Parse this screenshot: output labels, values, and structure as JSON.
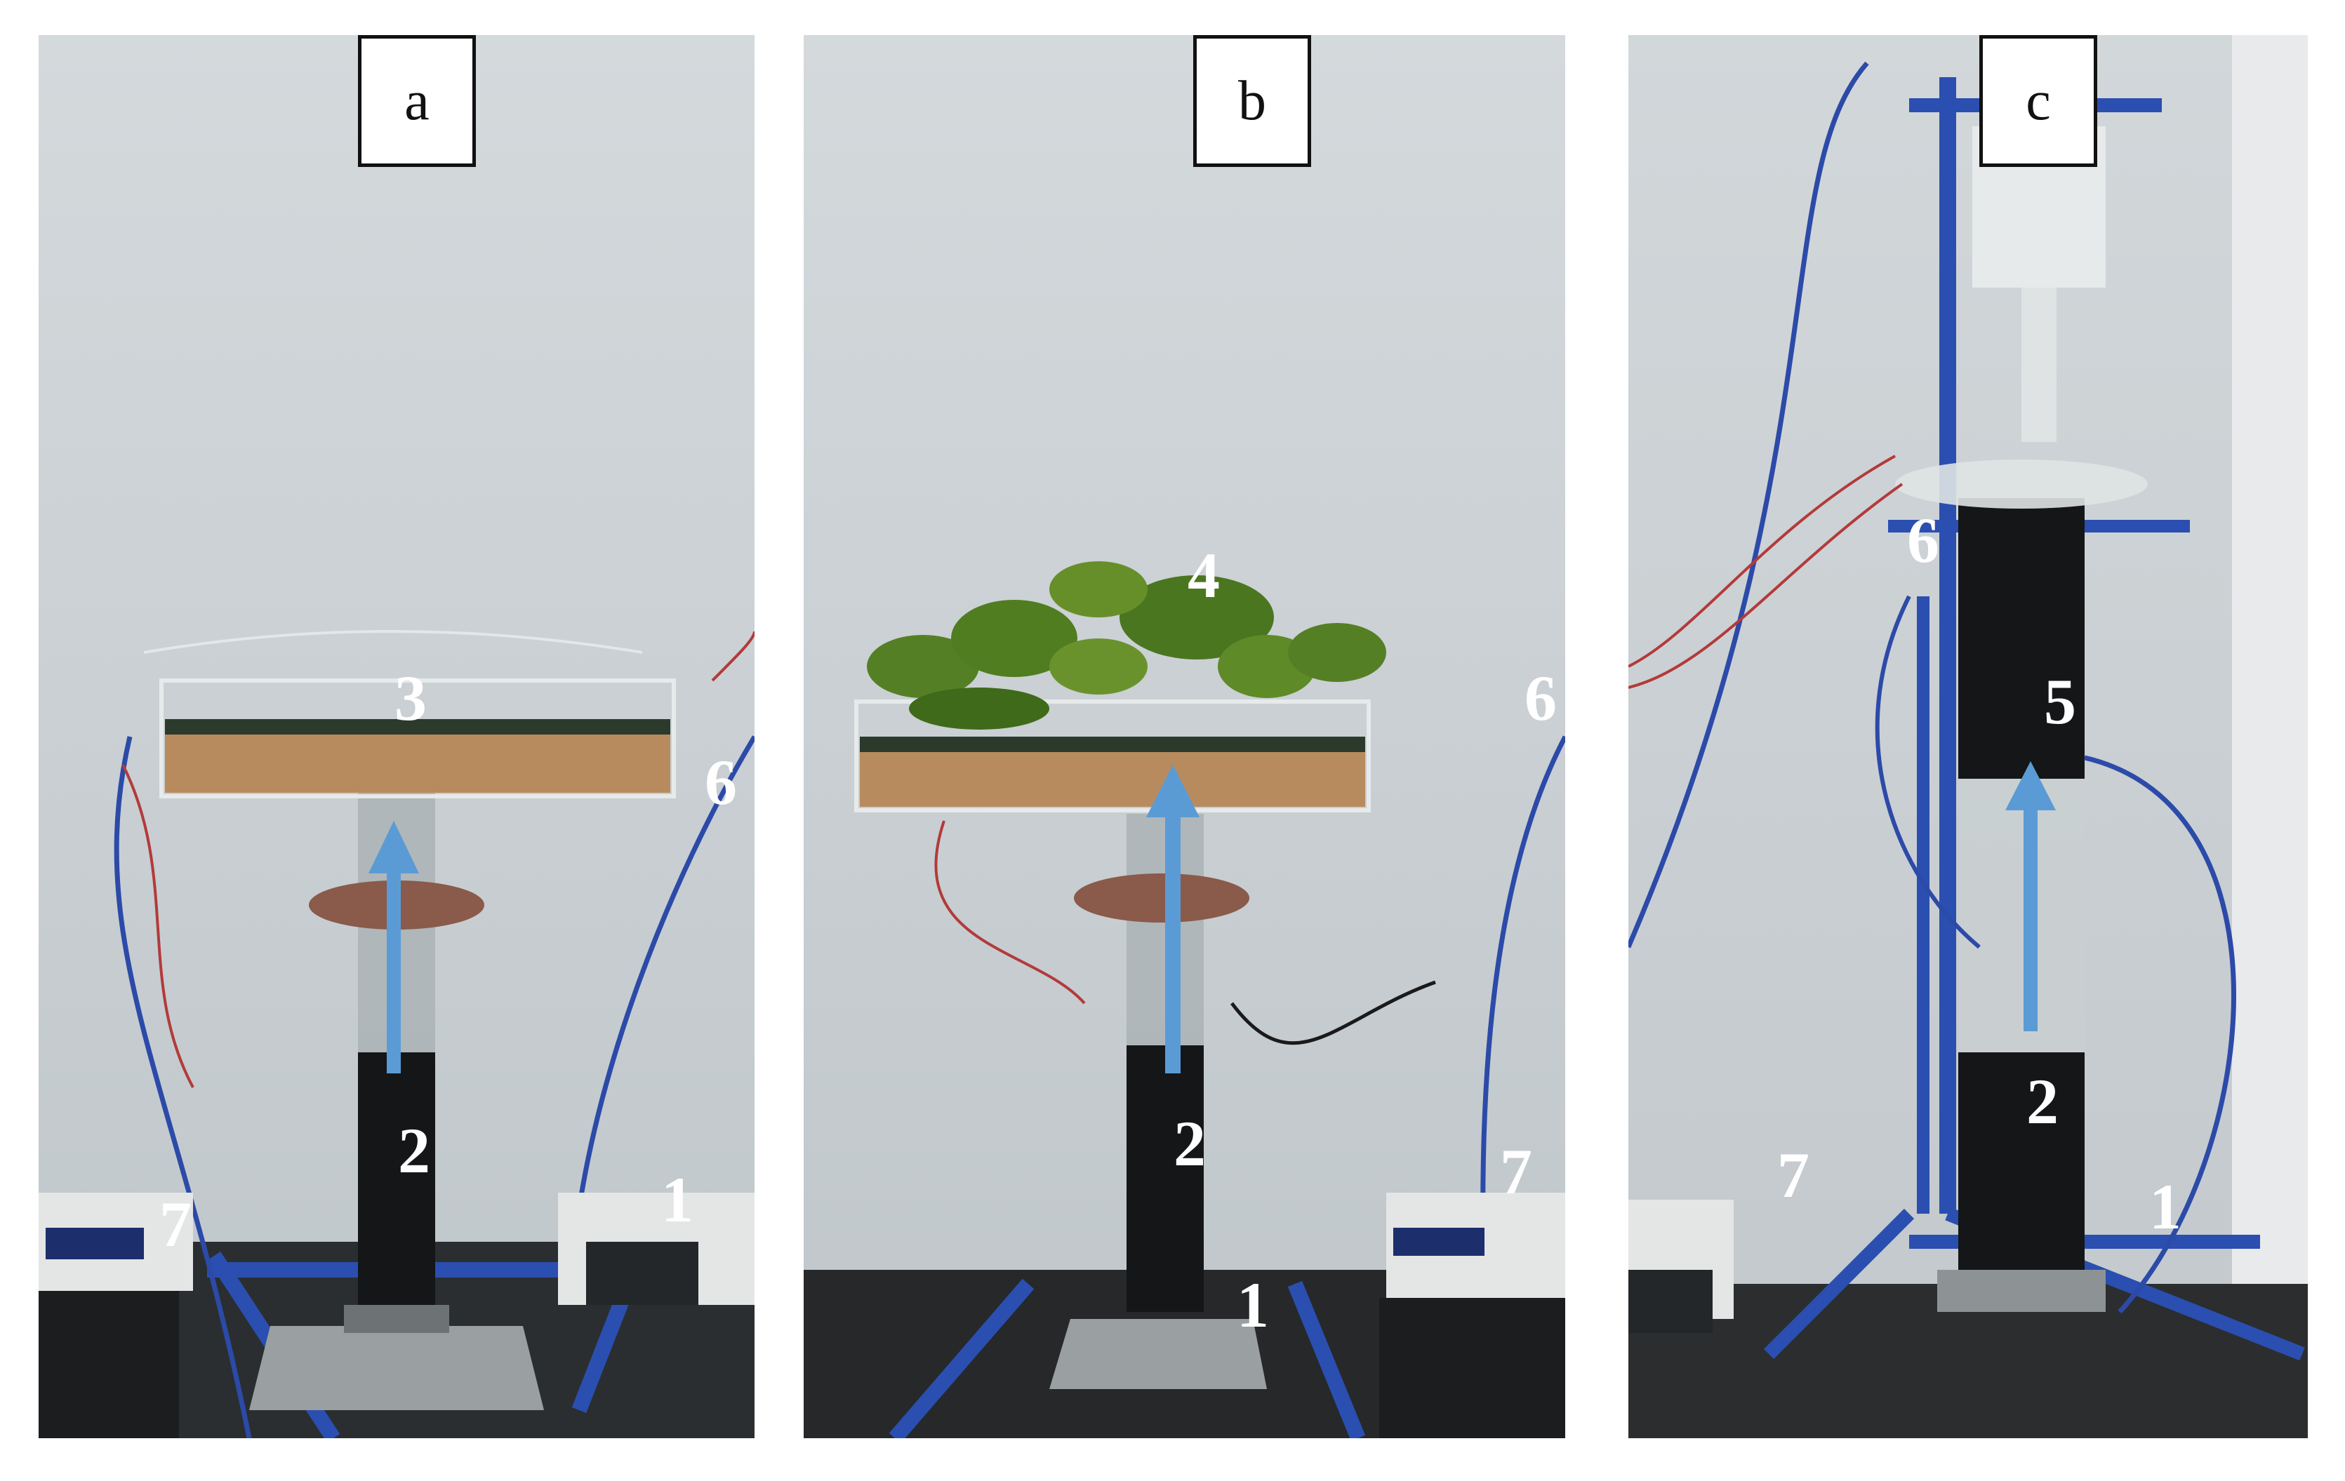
{
  "figure": {
    "panels": [
      {
        "letter": "a",
        "labels": [
          "3",
          "6",
          "2",
          "7",
          "1"
        ],
        "arrow_color": "#5b9bd5"
      },
      {
        "letter": "b",
        "labels": [
          "4",
          "6",
          "2",
          "7",
          "1"
        ],
        "arrow_color": "#5b9bd5"
      },
      {
        "letter": "c",
        "labels": [
          "6",
          "5",
          "2",
          "7",
          "1"
        ],
        "arrow_color": "#5b9bd5"
      }
    ]
  },
  "colors": {
    "wall": "#c9cfd2",
    "frame": "#2a4fb0",
    "sediment": "#141618",
    "gravel": "#b88b5e",
    "plant": "#4f7d1f",
    "label_text": "#ffffff"
  }
}
